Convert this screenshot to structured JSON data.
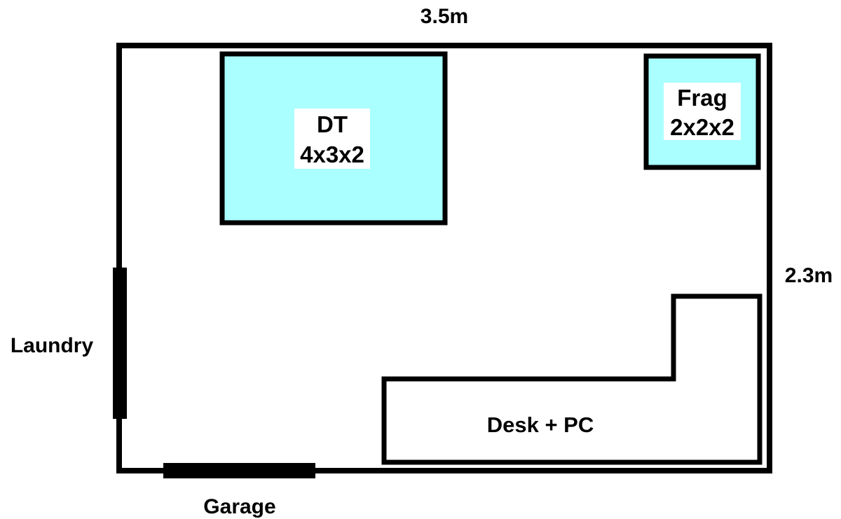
{
  "dimensions": {
    "width_label": "3.5m",
    "height_label": "2.3m"
  },
  "doors": {
    "left_label": "Laundry",
    "bottom_label": "Garage"
  },
  "tanks": [
    {
      "line1": "DT",
      "line2": "4x3x2"
    },
    {
      "line1": "Frag",
      "line2": "2x2x2"
    }
  ],
  "desk": {
    "label": "Desk + PC"
  },
  "colors": {
    "wall": "#000000",
    "tank_fill": "#aaffff",
    "background": "#ffffff"
  }
}
